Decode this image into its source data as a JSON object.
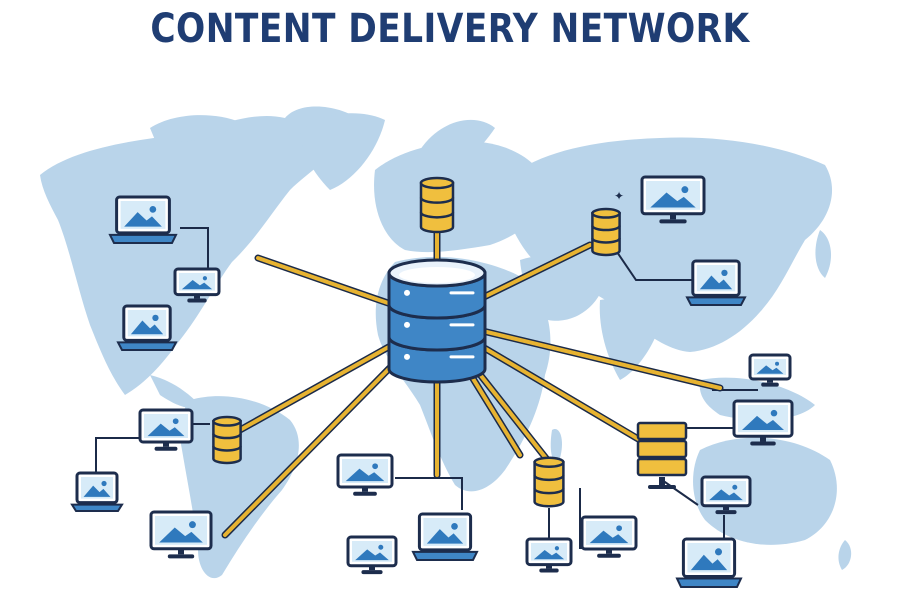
{
  "title": "CONTENT DELIVERY NETWORK",
  "colors": {
    "title": "#1f3d73",
    "map": "#b9d4ea",
    "link_main": "#e7b331",
    "link_outline": "#1b2a48",
    "connector": "#1b2a48",
    "origin_body": "#3f86c6",
    "origin_top": "#e9f2fb",
    "edge_server": "#f0bf3e",
    "device_frame": "#1d2d4d",
    "screen_bg": "#d7ebf8",
    "screen_art": "#2f79bd",
    "device_base": "#3f86c6"
  },
  "nodes": {
    "origin": {
      "name": "origin-server",
      "icon": "database-server-icon"
    },
    "edge_servers": [
      {
        "name": "edge-server-europe"
      },
      {
        "name": "edge-server-asia"
      },
      {
        "name": "edge-server-south-america"
      },
      {
        "name": "edge-server-africa"
      },
      {
        "name": "edge-server-southeast-asia"
      }
    ],
    "devices": [
      {
        "name": "laptop-na-1",
        "kind": "laptop"
      },
      {
        "name": "monitor-na-2",
        "kind": "monitor"
      },
      {
        "name": "laptop-na-3",
        "kind": "laptop"
      },
      {
        "name": "monitor-sa-1",
        "kind": "monitor"
      },
      {
        "name": "laptop-sa-2",
        "kind": "laptop"
      },
      {
        "name": "monitor-sa-3",
        "kind": "monitor"
      },
      {
        "name": "monitor-af-1",
        "kind": "monitor"
      },
      {
        "name": "laptop-af-2",
        "kind": "laptop"
      },
      {
        "name": "monitor-af-3",
        "kind": "monitor"
      },
      {
        "name": "monitor-af-4",
        "kind": "monitor"
      },
      {
        "name": "monitor-af-5",
        "kind": "monitor"
      },
      {
        "name": "monitor-asia-1",
        "kind": "monitor"
      },
      {
        "name": "laptop-asia-2",
        "kind": "laptop"
      },
      {
        "name": "monitor-asia-3",
        "kind": "monitor"
      },
      {
        "name": "monitor-asia-4",
        "kind": "monitor"
      },
      {
        "name": "monitor-asia-5",
        "kind": "monitor"
      },
      {
        "name": "laptop-asia-6",
        "kind": "laptop"
      }
    ]
  }
}
